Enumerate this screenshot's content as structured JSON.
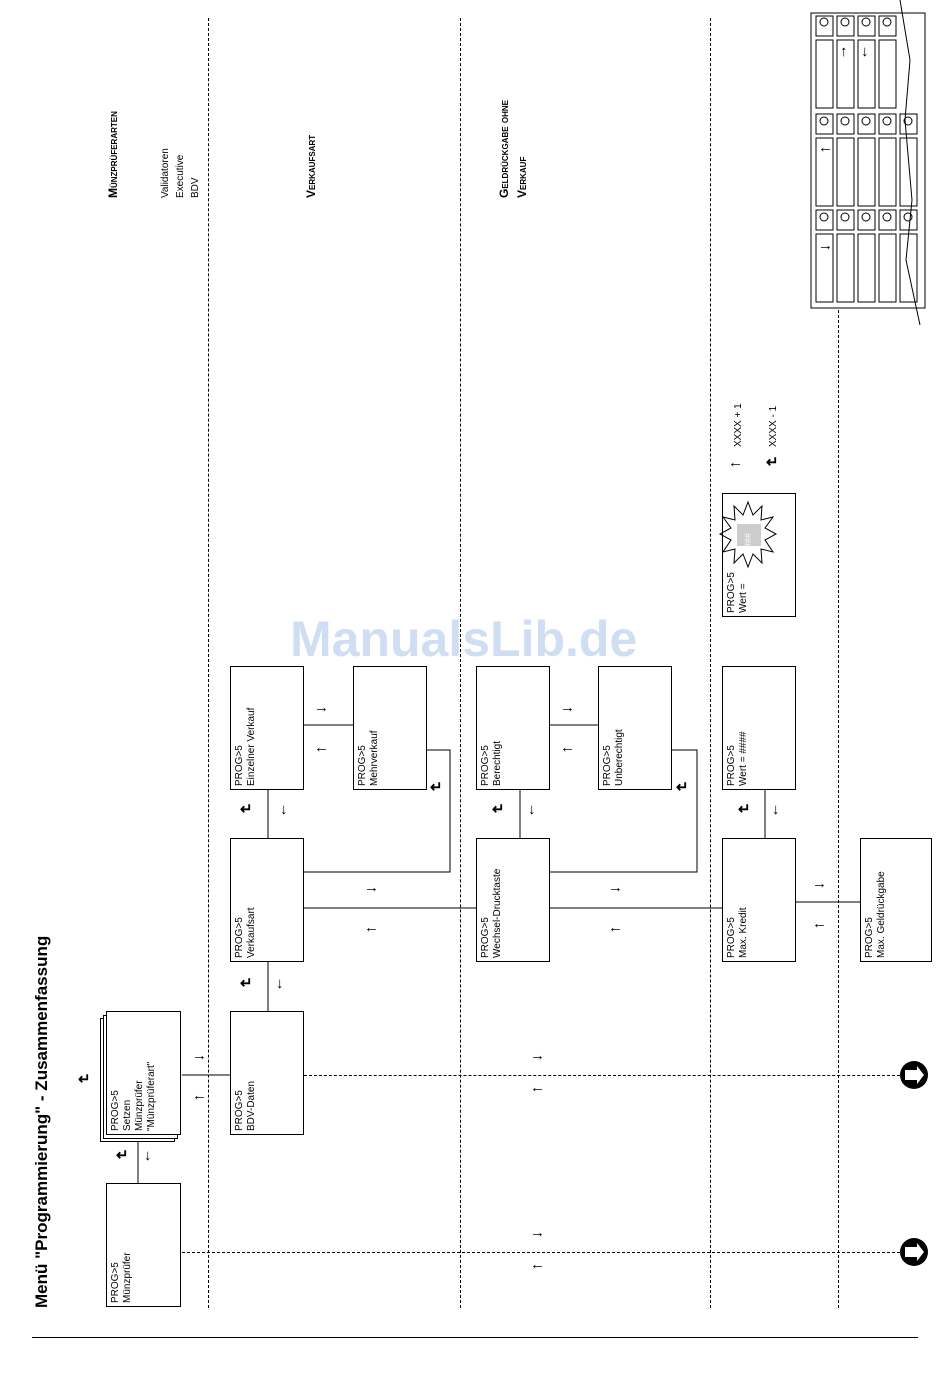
{
  "page_title": "Menü \"Programmierung\" - Zusammenfassung",
  "sections": {
    "muenzprueferarten": {
      "heading": "Münzprüferarten",
      "items": [
        "Validatoren",
        "Executive",
        "BDV"
      ]
    },
    "verkaufsart": {
      "heading": "Verkaufsart"
    },
    "geldrueckgabe": {
      "heading_line1": "Geldrückgabe ohne",
      "heading_line2": "Verkauf"
    }
  },
  "boxes": {
    "muenzpruefer": {
      "line1": "PROG>5",
      "line2": "Münzprüfer"
    },
    "setzen": {
      "line1": "PROG>5",
      "line2": "Setzen",
      "line3": "Münzprüfer",
      "line4": "\"Münzprüferart\""
    },
    "bdv_daten": {
      "line1": "PROG>5",
      "line2": "BDV-Daten"
    },
    "verkaufsart": {
      "line1": "PROG>5",
      "line2": "Verkaufsart"
    },
    "einzelner_verkauf": {
      "line1": "PROG>5",
      "line2": "Einzelner Verkauf"
    },
    "mehrverkauf": {
      "line1": "PROG>5",
      "line2": "Mehrverkauf"
    },
    "wechsel": {
      "line1": "PROG>5",
      "line2": "Wechsel-Drucktaste"
    },
    "berechtigt": {
      "line1": "PROG>5",
      "line2": "Berechtigt"
    },
    "unberechtigt": {
      "line1": "PROG>5",
      "line2": "Unberechtigt"
    },
    "max_kredit": {
      "line1": "PROG>5",
      "line2": "Max. Kredit"
    },
    "wert": {
      "line1": "PROG>5",
      "line2": "Wert = ####"
    },
    "wert_blink": {
      "line1": "PROG>5",
      "line2": "Wert =",
      "value": "####"
    },
    "max_geld": {
      "line1": "PROG>5",
      "line2": "Max. Geldrückgabe"
    }
  },
  "value_ops": {
    "inc": "XXXX + 1",
    "dec": "XXXX - 1"
  },
  "watermark": "ManualsLib.de",
  "icons": [
    "arrow-right-icon",
    "arrow-left-icon",
    "arrow-down-icon",
    "arrow-up-icon",
    "enter-icon",
    "exit-icon"
  ]
}
